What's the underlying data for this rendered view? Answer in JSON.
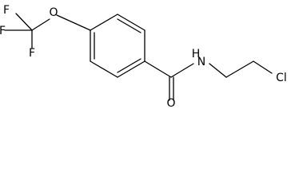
{
  "molecule": {
    "atoms": {
      "f1": "F",
      "f2": "F",
      "f3": "F",
      "o_ether": "O",
      "o_carbonyl": "O",
      "n_amide": "N",
      "h_amide": "H",
      "cl": "Cl"
    }
  }
}
